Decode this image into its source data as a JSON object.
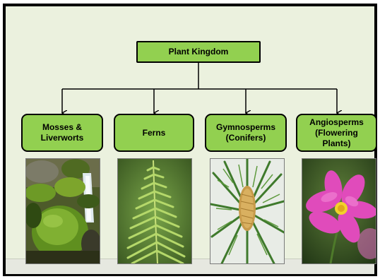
{
  "diagram": {
    "root": {
      "label": "Plant Kingdom"
    },
    "children": [
      {
        "label_lines": [
          "Mosses &",
          "Liverworts"
        ],
        "image": "moss-on-rock-photo"
      },
      {
        "label_lines": [
          "Ferns"
        ],
        "image": "fern-frond-photo"
      },
      {
        "label_lines": [
          "Gymnosperms",
          "(Conifers)"
        ],
        "image": "cycad-cone-photo"
      },
      {
        "label_lines": [
          "Angiosperms",
          "(Flowering",
          "Plants)"
        ],
        "image": "pink-cosmos-flower-photo"
      }
    ]
  },
  "colors": {
    "background": "#ebf1de",
    "node_fill": "#92d050",
    "node_border": "#000000",
    "frame_border": "#000000"
  }
}
